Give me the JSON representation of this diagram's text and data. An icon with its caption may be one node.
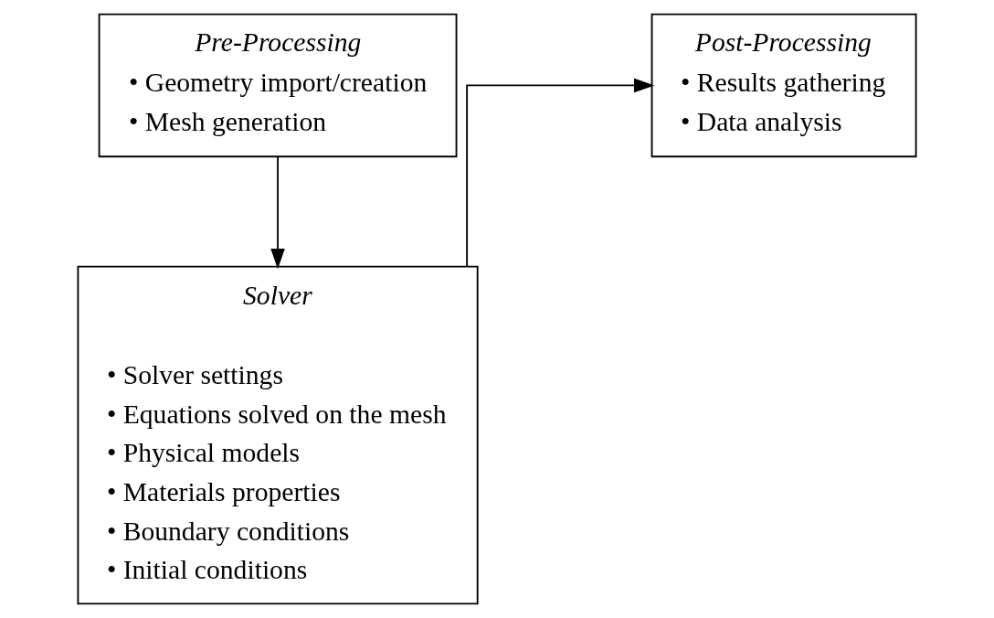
{
  "diagram": {
    "nodes": [
      {
        "text": [
          "Pre-Processing",
          "• Geometry import/creation",
          "• Mesh generation"
        ]
      },
      {
        "text": [
          "Post-Processing",
          "• Results gathering",
          "• Data analysis"
        ]
      },
      {
        "text": [
          "Solver",
          "• Solver settings",
          "• Equations solved on the mesh",
          "• Physical models",
          "• Materials properties",
          "• Boundary conditions",
          "• Initial conditions"
        ]
      }
    ],
    "edges": [
      {
        "from": 0,
        "to": 2,
        "arrow": "to"
      },
      {
        "from": 2,
        "to": 1,
        "arrow": "to"
      }
    ]
  }
}
